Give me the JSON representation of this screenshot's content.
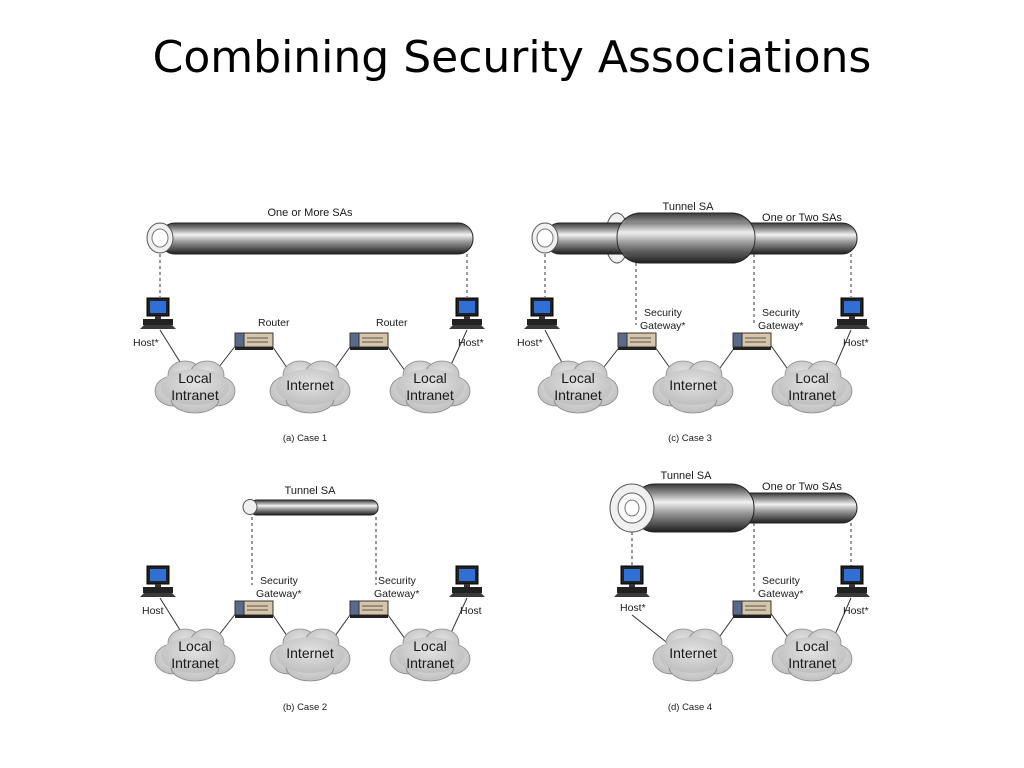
{
  "title": "Combining Security Associations",
  "cases": [
    {
      "caption": "(a) Case 1",
      "tube_labels": [
        "One or More SAs"
      ],
      "left_host": "Host*",
      "right_host": "Host*",
      "left_device": "Router",
      "right_device": "Router",
      "clouds": [
        [
          "Local",
          "Intranet"
        ],
        [
          "Internet"
        ],
        [
          "Local",
          "Intranet"
        ]
      ]
    },
    {
      "caption": "(b) Case 2",
      "tube_labels": [
        "Tunnel SA"
      ],
      "left_host": "Host",
      "right_host": "Host",
      "left_device": [
        "Security",
        "Gateway*"
      ],
      "right_device": [
        "Security",
        "Gateway*"
      ],
      "clouds": [
        [
          "Local",
          "Intranet"
        ],
        [
          "Internet"
        ],
        [
          "Local",
          "Intranet"
        ]
      ]
    },
    {
      "caption": "(c) Case 3",
      "tube_labels": [
        "Tunnel SA",
        "One or Two SAs"
      ],
      "left_host": "Host*",
      "right_host": "Host*",
      "left_device": [
        "Security",
        "Gateway*"
      ],
      "right_device": [
        "Security",
        "Gateway*"
      ],
      "clouds": [
        [
          "Local",
          "Intranet"
        ],
        [
          "Internet"
        ],
        [
          "Local",
          "Intranet"
        ]
      ]
    },
    {
      "caption": "(d) Case 4",
      "tube_labels": [
        "Tunnel SA",
        "One or Two SAs"
      ],
      "left_host": "Host*",
      "right_host": "Host*",
      "right_device": [
        "Security",
        "Gateway*"
      ],
      "clouds": [
        [
          "Internet"
        ],
        [
          "Local",
          "Intranet"
        ]
      ]
    }
  ]
}
